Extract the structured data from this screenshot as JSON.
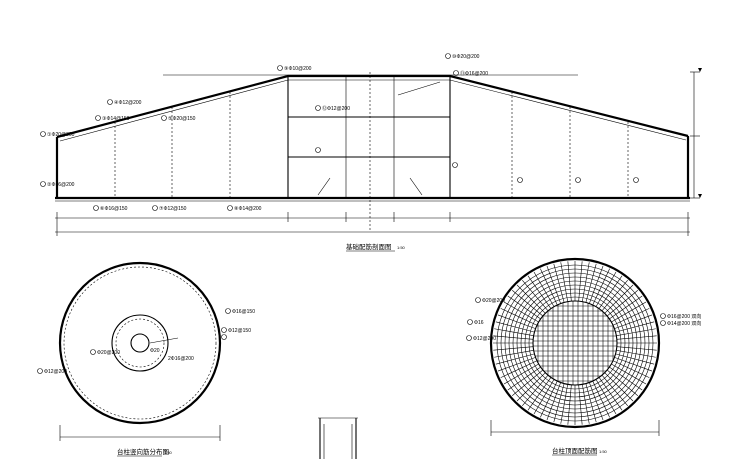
{
  "section_view": {
    "title": "基础配筋剖面图",
    "scale": "1:50",
    "callouts": [
      "①Φ20@200",
      "②Φ16@200",
      "③Φ14@150",
      "④Φ12@200",
      "⑤Φ20@150",
      "⑥Φ16@150",
      "⑦Φ12@150",
      "⑧Φ14@200",
      "⑨Φ10@200",
      "⑩Φ20@200",
      "⑪Φ16@200",
      "⑫Φ12@200"
    ]
  },
  "plan_left": {
    "title": "台柱竖向筋分布图",
    "scale": "1:50",
    "callouts": [
      "Φ12@200",
      "Φ20@200",
      "Φ16@150",
      "Φ12@150",
      "Φ20",
      "2Φ16@200"
    ]
  },
  "plan_right": {
    "title": "台柱顶面配筋图",
    "scale": "1:50",
    "callouts": [
      "Φ20@200",
      "Φ16",
      "Φ12@200",
      "Φ16@200 双向",
      "Φ14@200 双向"
    ]
  }
}
